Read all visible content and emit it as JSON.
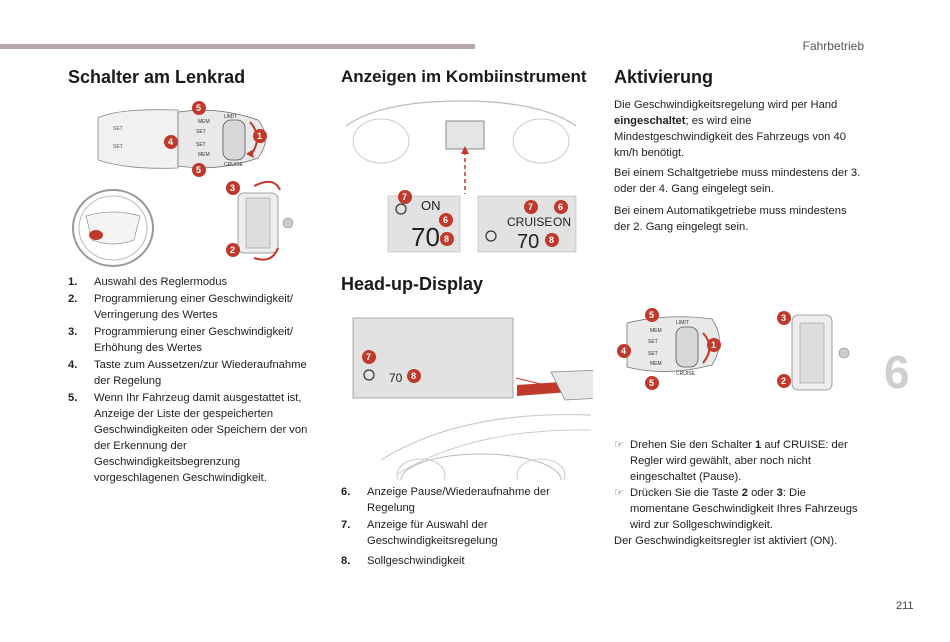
{
  "header": "Fahrbetrieb",
  "chapter": "6",
  "page_number": "211",
  "col1": {
    "title": "Schalter am Lenkrad",
    "items": [
      {
        "num": "1.",
        "text": "Auswahl des Reglermodus"
      },
      {
        "num": "2.",
        "text": "Programmierung einer Geschwindigkeit/ Verringerung des Wertes"
      },
      {
        "num": "3.",
        "text": "Programmierung einer Geschwindigkeit/ Erhöhung des Wertes"
      },
      {
        "num": "4.",
        "text": "Taste zum Aussetzen/zur Wiederaufnahme der Regelung"
      },
      {
        "num": "5.",
        "text": "Wenn Ihr Fahrzeug damit ausgestattet ist, Anzeige der Liste der gespeicherten Geschwindigkeiten oder Speichern der von der Erkennung der Geschwindigkeitsbegrenzung vorgeschlagenen Geschwindigkeit."
      }
    ]
  },
  "col2": {
    "title": "Anzeigen im Kombiinstrument",
    "title2": "Head-up-Display",
    "items": [
      {
        "num": "6.",
        "text": "Anzeige Pause/Wiederaufnahme der Regelung"
      },
      {
        "num": "7.",
        "text": "Anzeige für Auswahl der Geschwindigkeitsregelung"
      },
      {
        "num": "8.",
        "text": "Sollgeschwindigkeit"
      }
    ]
  },
  "col3": {
    "title": "Aktivierung",
    "p1_pre": "Die Geschwindigkeitsregelung wird per Hand ",
    "p1_bold": "eingeschaltet",
    "p1_post": "; es wird eine Mindestgeschwindigkeit des Fahrzeugs von 40 km/h benötigt.",
    "p2": "Bei einem Schaltgetriebe muss mindestens der 3. oder der 4. Gang eingelegt sein.",
    "p3": "Bei einem Automatikgetriebe muss mindestens der 2. Gang eingelegt sein.",
    "b1_pre": "Drehen Sie den Schalter ",
    "b1_bold": "1",
    "b1_post": " auf CRUISE: der Regler wird gewählt, aber noch nicht eingeschaltet (Pause).",
    "b2_pre": "Drücken Sie die Taste ",
    "b2_bold1": "2",
    "b2_mid": " oder ",
    "b2_bold2": "3",
    "b2_post": ": Die momentane Geschwindigkeit Ihres Fahrzeugs wird zur Sollgeschwindigkeit.",
    "p4": "Der Geschwindigkeitsregler ist aktiviert (ON)."
  },
  "displays": {
    "on_label": "ON",
    "speed": "70",
    "cruise_label": "CRUISE",
    "cruise_on": "ON"
  },
  "switch_labels": {
    "mem": "MEM",
    "set": "SET",
    "cruise": "CRUISE",
    "limit": "LIMIT"
  },
  "badges": [
    "1",
    "2",
    "3",
    "4",
    "5",
    "6",
    "7",
    "8"
  ],
  "colors": {
    "accent": "#c0392b",
    "topbar": "#b8a4ab",
    "chapter": "#cfcfcf"
  }
}
